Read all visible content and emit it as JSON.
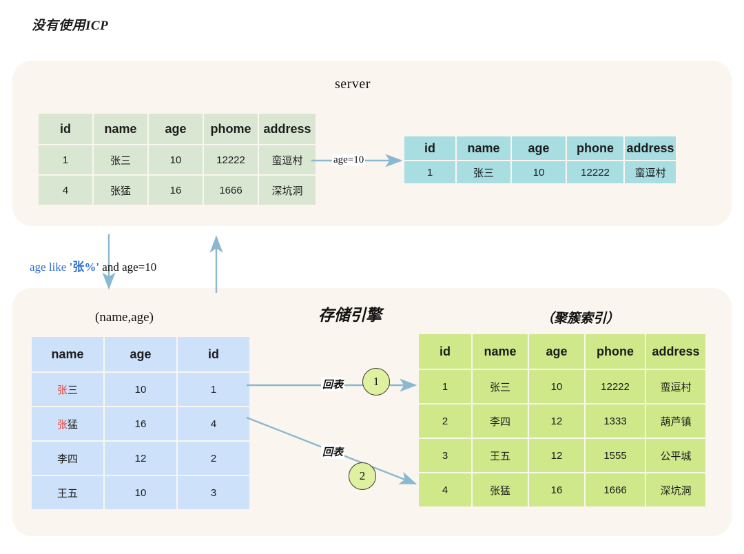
{
  "title": "没有使用ICP",
  "colors": {
    "panel_bg": "#faf6ef",
    "server_table": "#d8e6d2",
    "result_table": "#a8dde2",
    "secondary_index_table": "#cde1fa",
    "clustered_index_table": "#cfe98a",
    "arrow": "#7fb5cf",
    "highlight_red": "#e8443a",
    "highlight_blue": "#2f6fd0",
    "badge_fill": "#dff0a0"
  },
  "server_panel": {
    "label": "server",
    "table": {
      "headers": [
        "id",
        "name",
        "age",
        "phome",
        "address"
      ],
      "rows": [
        [
          "1",
          "张三",
          "10",
          "12222",
          "蛮逗村"
        ],
        [
          "4",
          "张猛",
          "16",
          "1666",
          "深坑洞"
        ]
      ]
    },
    "result_table": {
      "headers": [
        "id",
        "name",
        "age",
        "phone",
        "address"
      ],
      "rows": [
        [
          "1",
          "张三",
          "10",
          "12222",
          "蛮逗村"
        ]
      ]
    },
    "arrow_label": "age=10"
  },
  "predicate": {
    "blue_part": "age like ",
    "blue_quoted": "'张%'",
    "black_part": " and age=10",
    "full": "age like '张%' and age=10"
  },
  "engine_panel": {
    "label": "存储引擎",
    "secondary_index": {
      "caption": "(name,age)",
      "headers": [
        "name",
        "age",
        "id"
      ],
      "rows": [
        {
          "name_hl": "张",
          "name_rest": "三",
          "age": "10",
          "id": "1",
          "id_hl": true
        },
        {
          "name_hl": "张",
          "name_rest": "猛",
          "age": "16",
          "id": "4",
          "id_hl": true
        },
        {
          "name_hl": "",
          "name_rest": "李四",
          "age": "12",
          "id": "2",
          "id_hl": false
        },
        {
          "name_hl": "",
          "name_rest": "王五",
          "age": "10",
          "id": "3",
          "id_hl": false
        }
      ]
    },
    "clustered_index": {
      "caption": "（聚簇索引）",
      "headers": [
        "id",
        "name",
        "age",
        "phone",
        "address"
      ],
      "rows": [
        {
          "id": "1",
          "id_hl": true,
          "name": "张三",
          "age": "10",
          "phone": "12222",
          "address": "蛮逗村"
        },
        {
          "id": "2",
          "id_hl": false,
          "name": "李四",
          "age": "12",
          "phone": "1333",
          "address": "葫芦镇"
        },
        {
          "id": "3",
          "id_hl": false,
          "name": "王五",
          "age": "12",
          "phone": "1555",
          "address": "公平城"
        },
        {
          "id": "4",
          "id_hl": true,
          "name": "张猛",
          "age": "16",
          "phone": "1666",
          "address": "深坑洞"
        }
      ]
    },
    "lookup_label_1": "回表",
    "lookup_label_2": "回表",
    "step_1": "1",
    "step_2": "2"
  }
}
